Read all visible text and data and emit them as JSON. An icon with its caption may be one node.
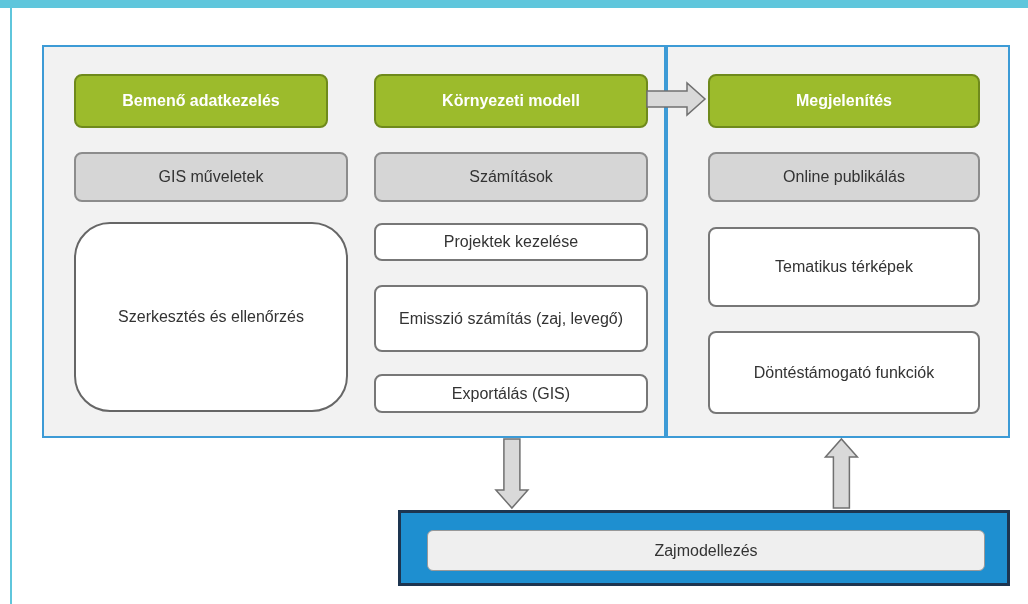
{
  "diagram": {
    "nodes": [
      {
        "text": [],
        "shape": "box"
      },
      {
        "text": [],
        "shape": "box"
      },
      {
        "text": [
          "Bemenő adatkezelés"
        ],
        "in": 0
      },
      {
        "text": [
          "Környezeti modell"
        ],
        "in": 0
      },
      {
        "text": [
          "GIS műveletek"
        ],
        "in": 0
      },
      {
        "text": [
          "Számítások"
        ],
        "in": 0
      },
      {
        "text": [
          "Szerkesztés és ellenőrzés"
        ],
        "in": 0
      },
      {
        "text": [
          "Projektek kezelése"
        ],
        "in": 0
      },
      {
        "text": [
          "Emisszió számítás (zaj, levegő)"
        ],
        "in": 0
      },
      {
        "text": [
          "Exportálás (GIS)"
        ],
        "in": 0
      },
      {
        "text": [
          "Megjelenítés"
        ],
        "in": 1
      },
      {
        "text": [
          "Online publikálás"
        ],
        "in": 1
      },
      {
        "text": [
          "Tematikus térképek"
        ],
        "in": 1
      },
      {
        "text": [
          "Döntéstámogató funkciók"
        ],
        "in": 1
      },
      {
        "text": [],
        "shape": "box"
      },
      {
        "text": [
          "Zajmodellezés"
        ],
        "in": 14
      }
    ],
    "edges": [
      {
        "from": 3,
        "to": 10,
        "arrow": "to"
      },
      {
        "from": 0,
        "to": 14,
        "arrow": "to"
      },
      {
        "from": 14,
        "to": 1,
        "arrow": "to"
      }
    ]
  }
}
